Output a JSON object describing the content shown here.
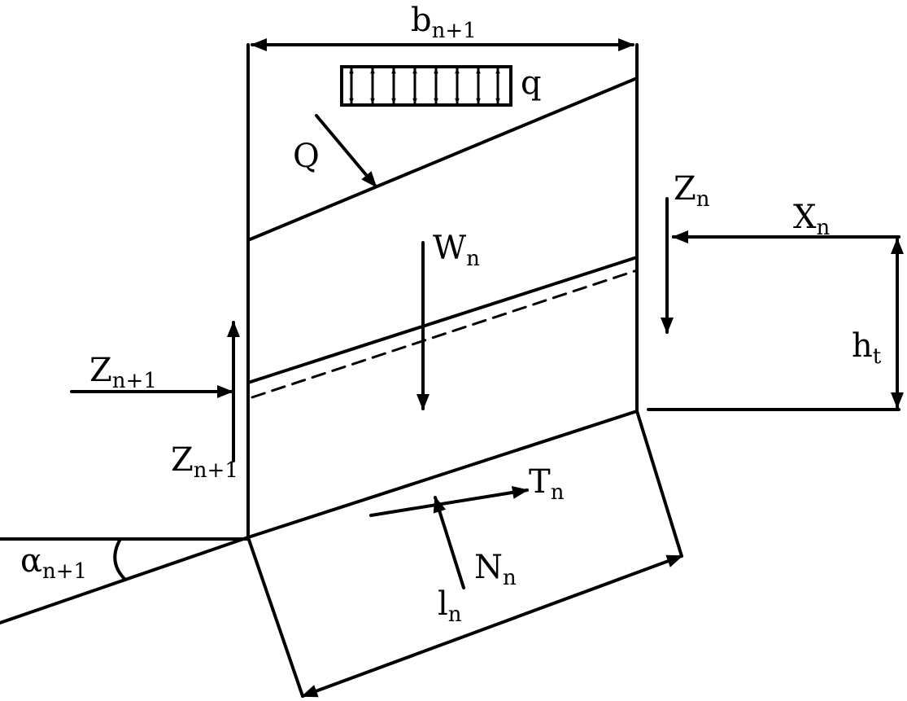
{
  "labels": {
    "b_main": "b",
    "b_sub": "n+1",
    "q": "q",
    "Q": "Q",
    "Zn_main": "Z",
    "Zn_sub": "n",
    "Xn_main": "X",
    "Xn_sub": "n",
    "Wn_main": "W",
    "Wn_sub": "n",
    "ht_main": "h",
    "ht_sub": "t",
    "Zn1_left_main": "Z",
    "Zn1_left_sub": "n+1",
    "Zn1_low_main": "Z",
    "Zn1_low_sub": "n+1",
    "Tn_main": "T",
    "Tn_sub": "n",
    "Nn_main": "N",
    "Nn_sub": "n",
    "ln_main": "l",
    "ln_sub": "n",
    "alpha_main": "α",
    "alpha_sub": "n+1"
  },
  "colors": {
    "stroke": "#000000",
    "background": "#ffffff"
  }
}
